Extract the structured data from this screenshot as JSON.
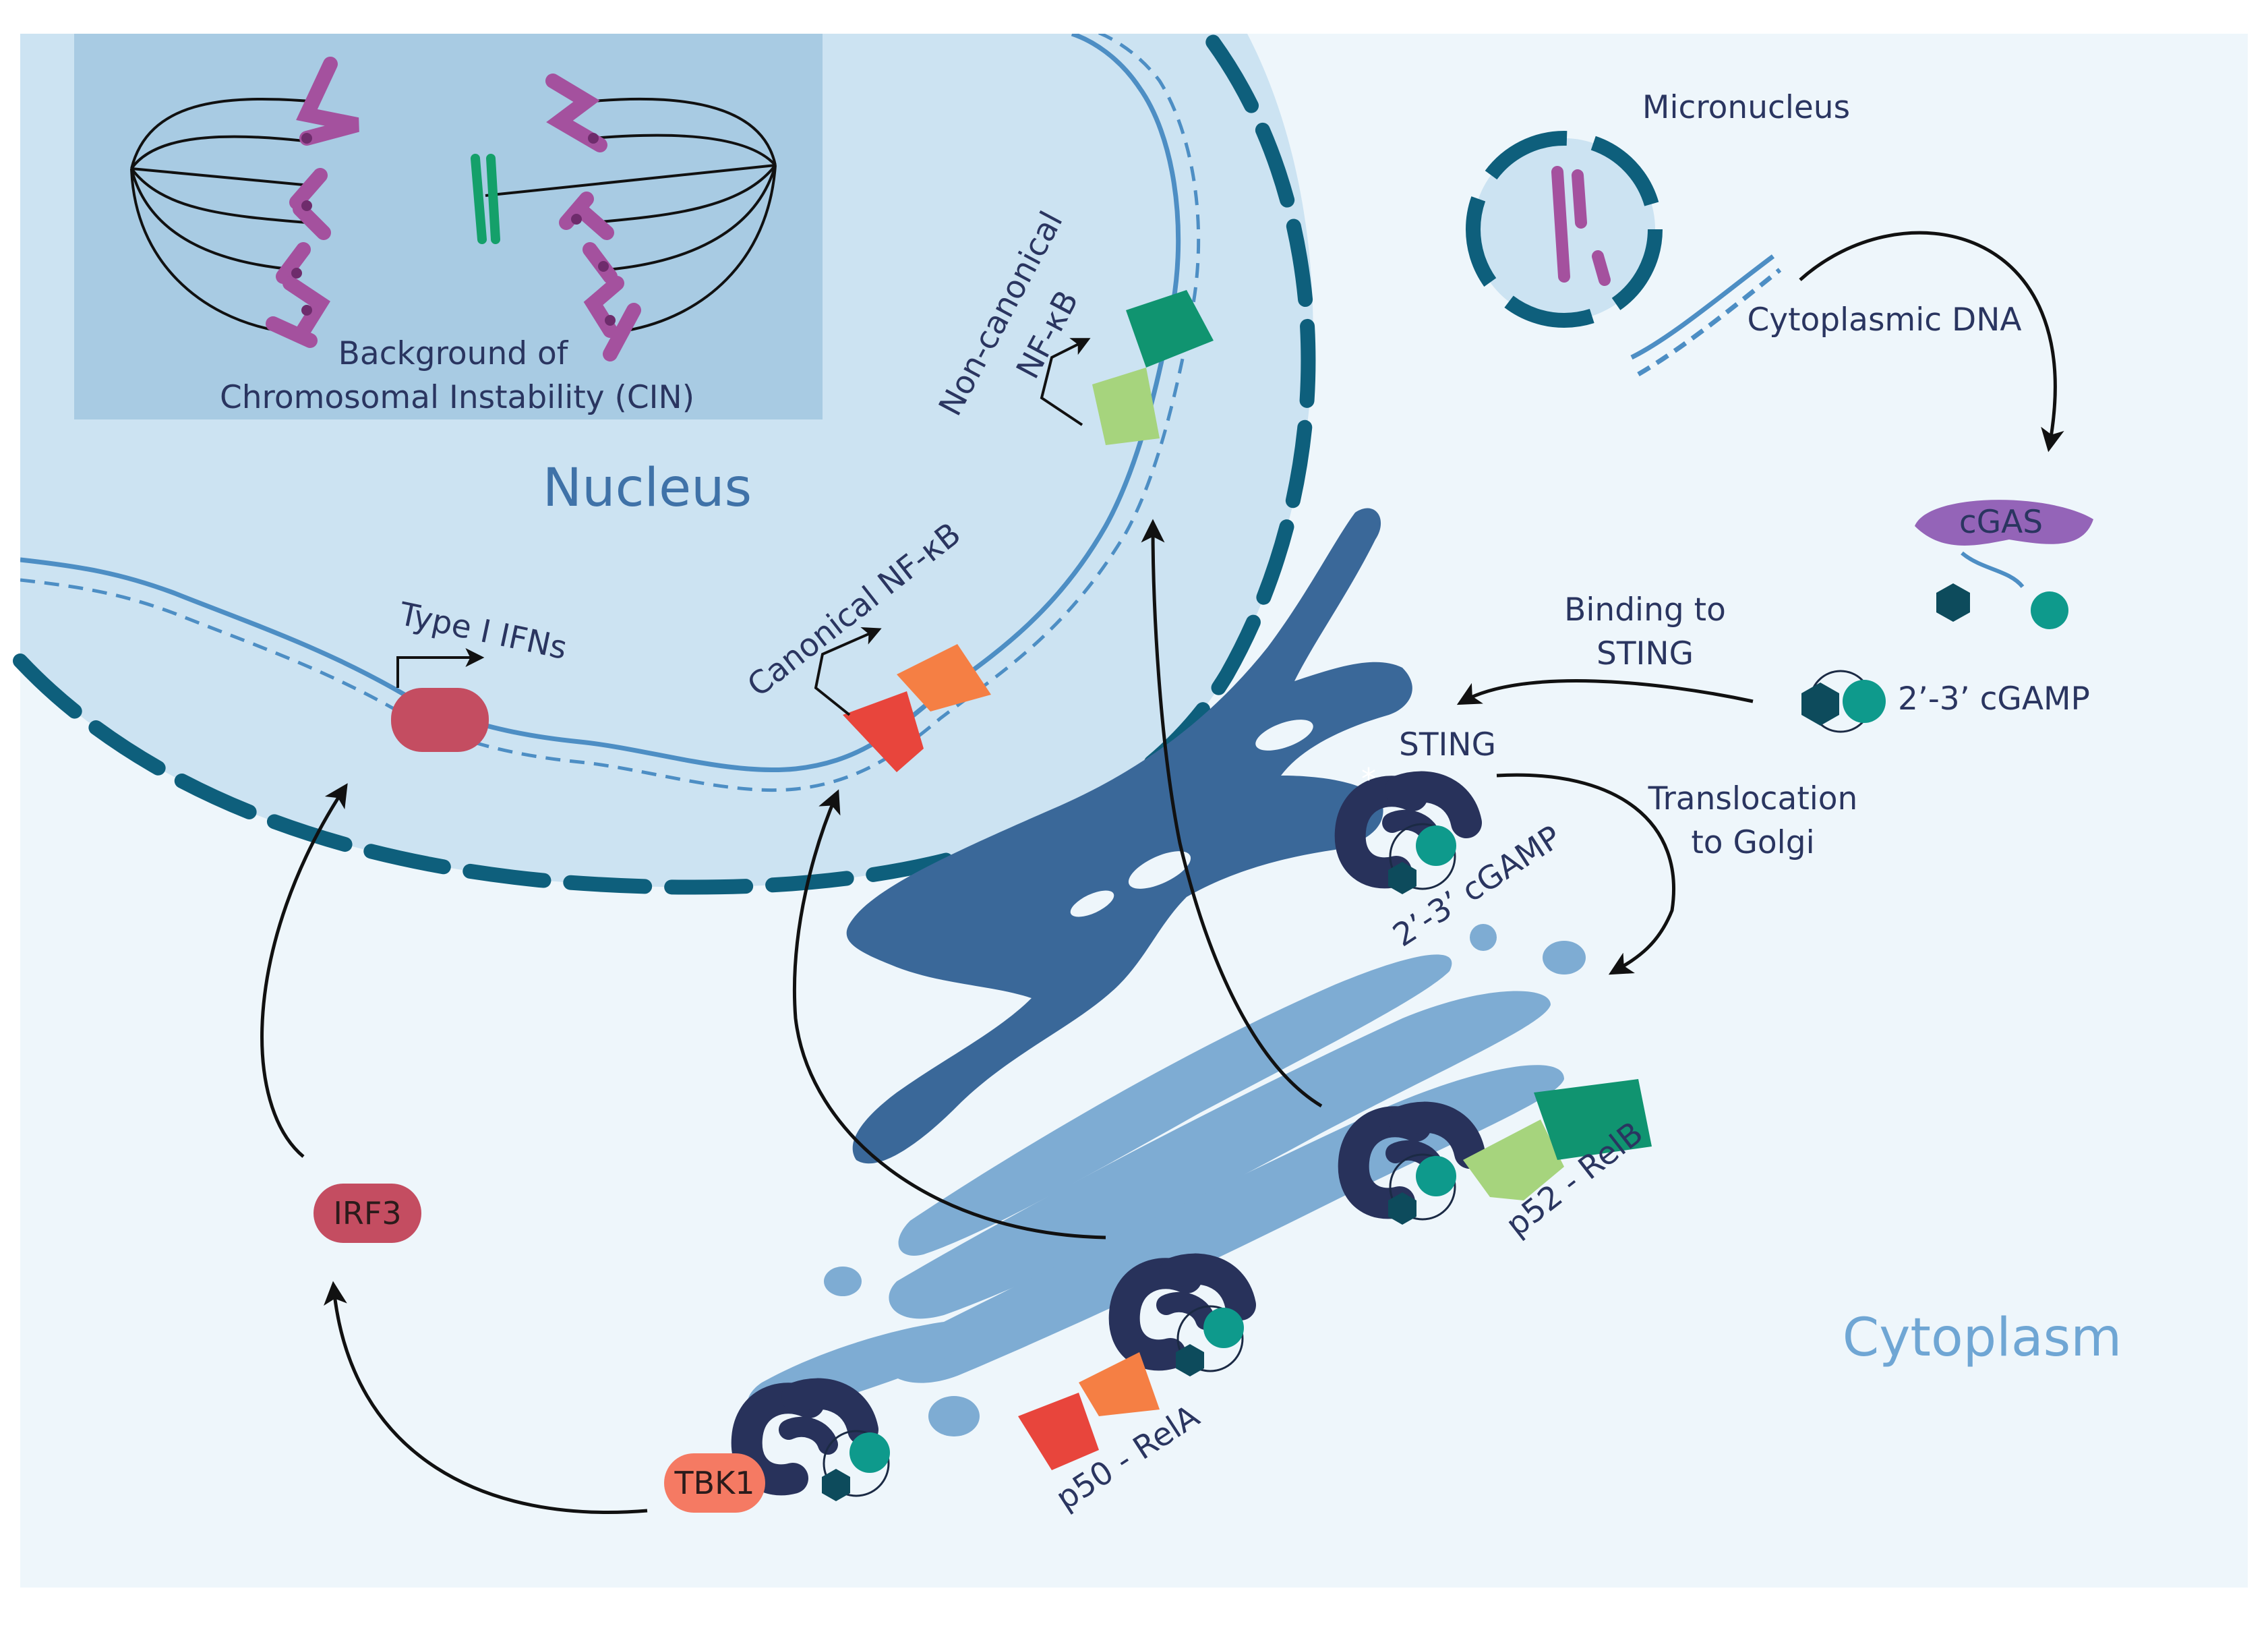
{
  "labels": {
    "cin_line1": "Background of",
    "cin_line2": "Chromosomal Instability (CIN)",
    "nucleus": "Nucleus",
    "cytoplasm": "Cytoplasm",
    "micronucleus": "Micronucleus",
    "cytoplasmic_dna": "Cytoplasmic DNA",
    "cgas": "cGAS",
    "binding_line1": "Binding to",
    "binding_line2": "STING",
    "cgamp_free": "2’-3’ cGAMP",
    "sting": "STING",
    "cgamp_bound": "2’-3’ cGAMP",
    "translocation_line1": "Translocation",
    "translocation_line2": "to Golgi",
    "type1_ifns": "Type I IFNs",
    "canonical": "Canonical NF-κB",
    "noncanonical_line1": "Non-canonical",
    "noncanonical_line2": "NF-κB",
    "irf3": "IRF3",
    "tbk1": "TBK1",
    "p50_rela": "p50 - RelA",
    "p52_relb": "p52 - RelB",
    "asterisk": "*"
  },
  "colors": {
    "cytoplasm_bg": "#eef6fb",
    "nucleus_fill": "#cce3f2",
    "nucleus_envelope": "#0e5f7c",
    "cin_panel": "#a8cbe3",
    "er_dark": "#3a6899",
    "golgi_light": "#7eacd3",
    "dna": "#4d8ec4",
    "chromosome_purple": "#a4519e",
    "chromosome_green": "#14a06a",
    "irf3": "#c44d61",
    "tbk1": "#f57a63",
    "sting_protein": "#28325b",
    "cgamp_teal": "#0e9a8c",
    "cgamp_dark": "#0d4b5c",
    "cgas_purple": "#9464b8",
    "p50_red": "#e8453c",
    "rela_orange": "#f57f44",
    "p52_lightgreen": "#a6d47d",
    "relb_green": "#109470"
  }
}
